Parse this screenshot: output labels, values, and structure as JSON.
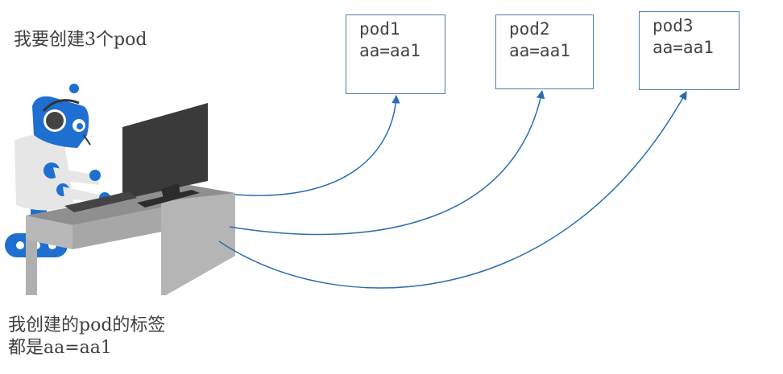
{
  "captions": {
    "top": "我要创建3个pod",
    "bottom_line1": "我创建的pod的标签",
    "bottom_line2": "都是aa=aa1"
  },
  "pods": [
    {
      "name": "pod1",
      "label": "aa=aa1"
    },
    {
      "name": "pod2",
      "label": "aa=aa1"
    },
    {
      "name": "pod3",
      "label": "aa=aa1"
    }
  ],
  "colors": {
    "arrow": "#2b6cb0",
    "box_border": "#4a7fb0",
    "robot_blue": "#1f6fd1",
    "desk_top": "#9a9a9a",
    "desk_side": "#b3b3b3",
    "monitor": "#3a3a3a"
  },
  "icons": [
    "robot-at-computer-illustration"
  ]
}
